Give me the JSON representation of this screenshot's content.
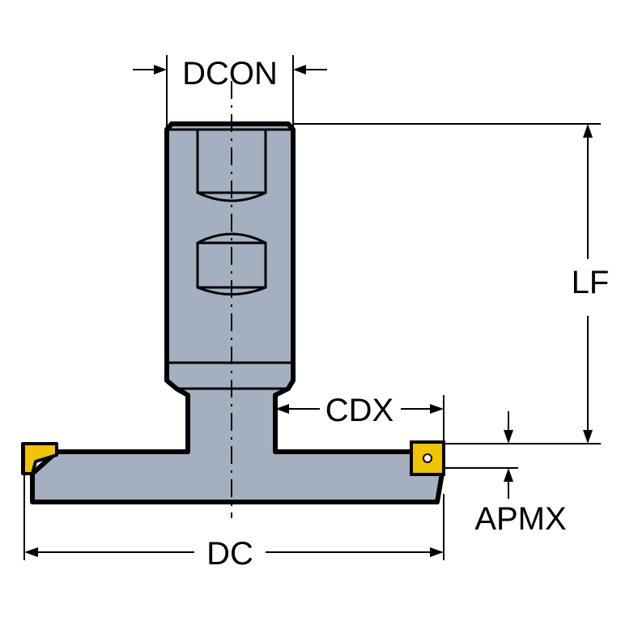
{
  "diagram": {
    "labels": {
      "dcon": "DCON",
      "lf": "LF",
      "cdx": "CDX",
      "apmx": "APMX",
      "dc": "DC"
    },
    "colors": {
      "body_fill": "#a4b0bf",
      "insert_fill": "#f0c400",
      "outline": "#000000",
      "background": "#ffffff"
    }
  }
}
